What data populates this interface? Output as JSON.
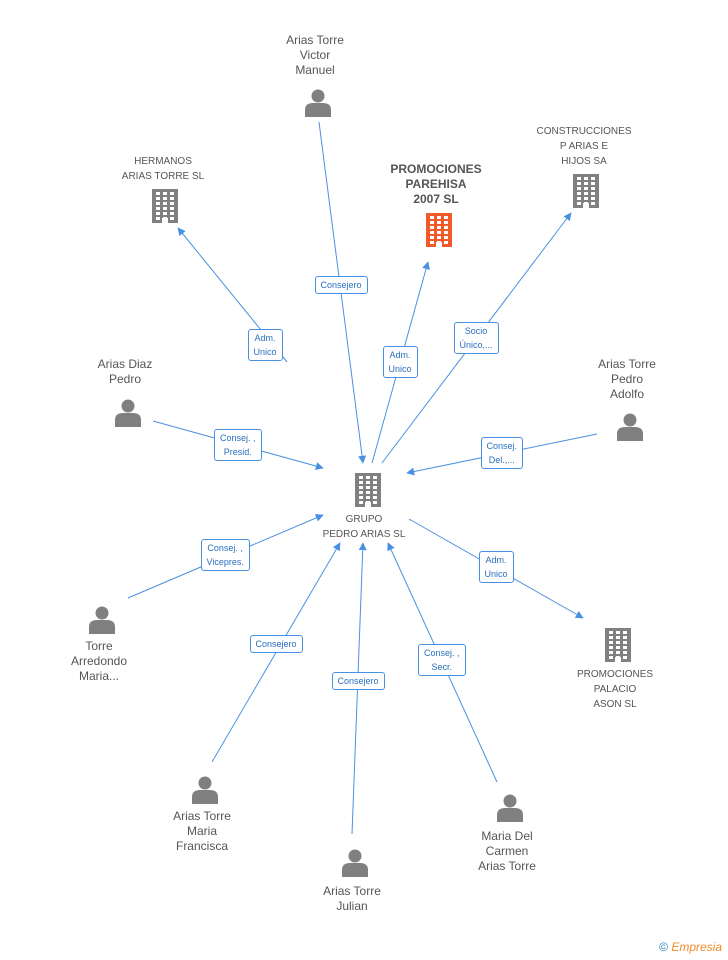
{
  "colors": {
    "edge": "#4a90e2",
    "person": "#808080",
    "company": "#808080",
    "focus_company": "#f25a2a"
  },
  "nodes": [
    {
      "id": "grupo",
      "kind": "company",
      "label": "GRUPO\nPEDRO ARIAS SL",
      "icon": "building-icon"
    },
    {
      "id": "promociones_parehisa",
      "kind": "focus-company",
      "label": "PROMOCIONES\nPAREHISA\n2007 SL",
      "icon": "building-icon"
    },
    {
      "id": "hermanos",
      "kind": "company",
      "label": "HERMANOS\nARIAS TORRE SL",
      "icon": "building-icon"
    },
    {
      "id": "construcciones",
      "kind": "company",
      "label": "CONSTRUCCIONES\nP ARIAS E\nHIJOS SA",
      "icon": "building-icon"
    },
    {
      "id": "palacio",
      "kind": "company",
      "label": "PROMOCIONES\nPALACIO\nASON SL",
      "icon": "building-icon"
    },
    {
      "id": "victor",
      "kind": "person",
      "label": "Arias Torre\nVictor\nManuel",
      "icon": "person-icon"
    },
    {
      "id": "diaz",
      "kind": "person",
      "label": "Arias Diaz\nPedro",
      "icon": "person-icon"
    },
    {
      "id": "adolfo",
      "kind": "person",
      "label": "Arias Torre\nPedro\nAdolfo",
      "icon": "person-icon"
    },
    {
      "id": "arredondo",
      "kind": "person",
      "label": "Torre\nArredondo\nMaria...",
      "icon": "person-icon"
    },
    {
      "id": "francisca",
      "kind": "person",
      "label": "Arias Torre\nMaria\nFrancisca",
      "icon": "person-icon"
    },
    {
      "id": "julian",
      "kind": "person",
      "label": "Arias Torre\nJulian",
      "icon": "person-icon"
    },
    {
      "id": "carmen",
      "kind": "person",
      "label": "Maria Del\nCarmen\nArias Torre",
      "icon": "person-icon"
    }
  ],
  "edges": [
    {
      "from": "grupo",
      "to": "hermanos",
      "label": "Adm.\nUnico"
    },
    {
      "from": "victor",
      "to": "grupo",
      "label": "Consejero"
    },
    {
      "from": "grupo",
      "to": "promociones_parehisa",
      "label": "Adm.\nUnico"
    },
    {
      "from": "grupo",
      "to": "construcciones",
      "label": "Socio\nÚnico,..."
    },
    {
      "from": "diaz",
      "to": "grupo",
      "label": "Consej. ,\nPresid."
    },
    {
      "from": "adolfo",
      "to": "grupo",
      "label": "Consej.\nDel.,..."
    },
    {
      "from": "arredondo",
      "to": "grupo",
      "label": "Consej. ,\nVicepres."
    },
    {
      "from": "grupo",
      "to": "palacio",
      "label": "Adm.\nUnico"
    },
    {
      "from": "francisca",
      "to": "grupo",
      "label": "Consejero"
    },
    {
      "from": "julian",
      "to": "grupo",
      "label": "Consejero"
    },
    {
      "from": "carmen",
      "to": "grupo",
      "label": "Consej. ,\nSecr."
    }
  ],
  "brand": {
    "copyright": "©",
    "name": "Empresia"
  }
}
